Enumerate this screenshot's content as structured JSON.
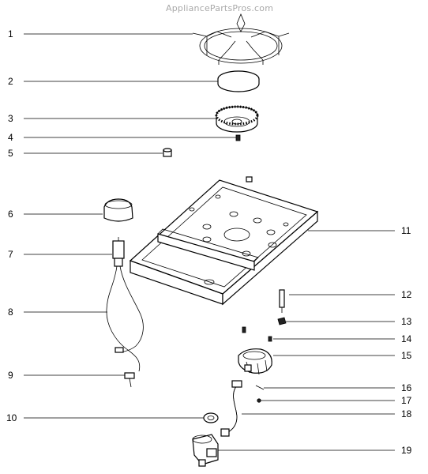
{
  "watermark": "AppliancePartsPros.com",
  "callouts": {
    "c1": "1",
    "c2": "2",
    "c3": "3",
    "c4": "4",
    "c5": "5",
    "c6": "6",
    "c7": "7",
    "c8": "8",
    "c9": "9",
    "c10": "10",
    "c11": "11",
    "c12": "12",
    "c13": "13",
    "c14": "14",
    "c15": "15",
    "c16": "16",
    "c17": "17",
    "c18": "18",
    "c19": "19"
  }
}
